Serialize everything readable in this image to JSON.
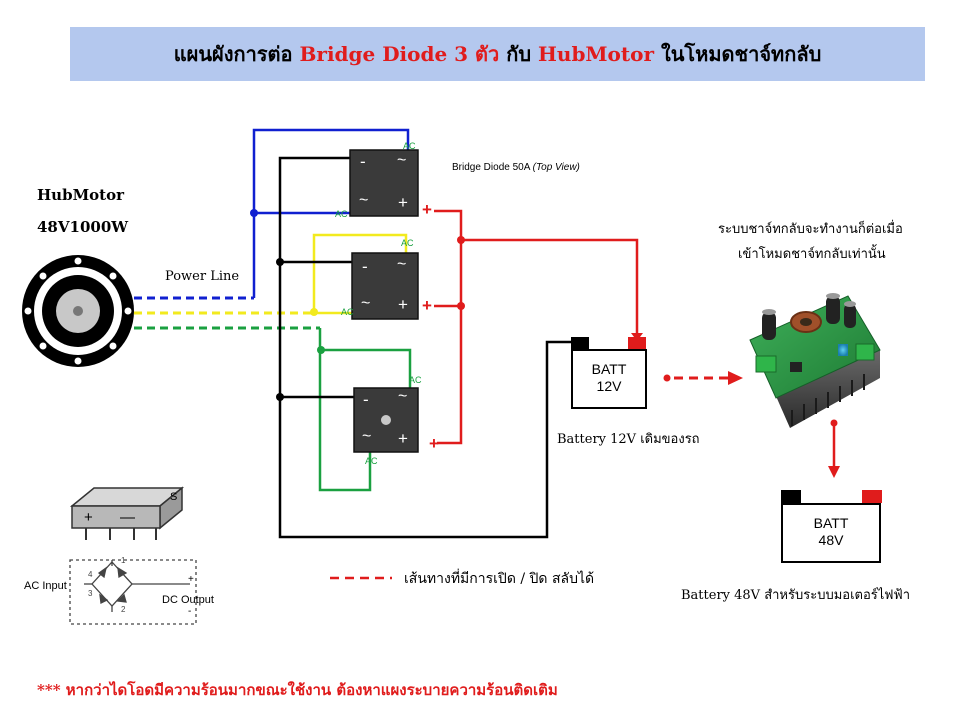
{
  "title": {
    "prefix": "แผนผังการต่อ ",
    "highlight1": "Bridge Diode 3 ตัว",
    "middle": " กับ ",
    "highlight2": "HubMotor",
    "suffix": " ในโหมดชาจ์ทกลับ"
  },
  "motor": {
    "name": "HubMotor",
    "spec": "48V1000W"
  },
  "power_line_label": "Power Line",
  "bridge_label": "Bridge Diode 50A",
  "bridge_view": "(Top View)",
  "bridge_pins": {
    "ac": "AC",
    "minus": "-",
    "plus": "+",
    "tilde": "~"
  },
  "regen_note": {
    "line1": "ระบบชาจ์ทกลับจะทำงานก็ต่อเมื่อ",
    "line2": "เข้าโหมดชาจ์ทกลับเท่านั้น"
  },
  "batt12": {
    "name": "BATT",
    "voltage": "12V",
    "caption": "Battery 12V เดิมของรถ"
  },
  "batt48": {
    "name": "BATT",
    "voltage": "48V",
    "caption": "Battery 48V สำหรับระบบมอเตอร์ไฟฟ้า"
  },
  "legend": {
    "label": "เส้นทางที่มีการเปิด / ปิด สลับได้"
  },
  "schematic": {
    "ac_input": "AC Input",
    "dc_output": "DC Output",
    "pins": [
      "1",
      "2",
      "3",
      "4"
    ]
  },
  "footnote": "*** หากว่าไดโอดมีความร้อนมากขณะใช้งาน ต้องหาแผงระบายความร้อนติดเติม",
  "colors": {
    "blue": "#1020d0",
    "yellow": "#f2ea1e",
    "green": "#1aa040",
    "red": "#e01c1c",
    "title_bg": "#b4c8ee"
  }
}
